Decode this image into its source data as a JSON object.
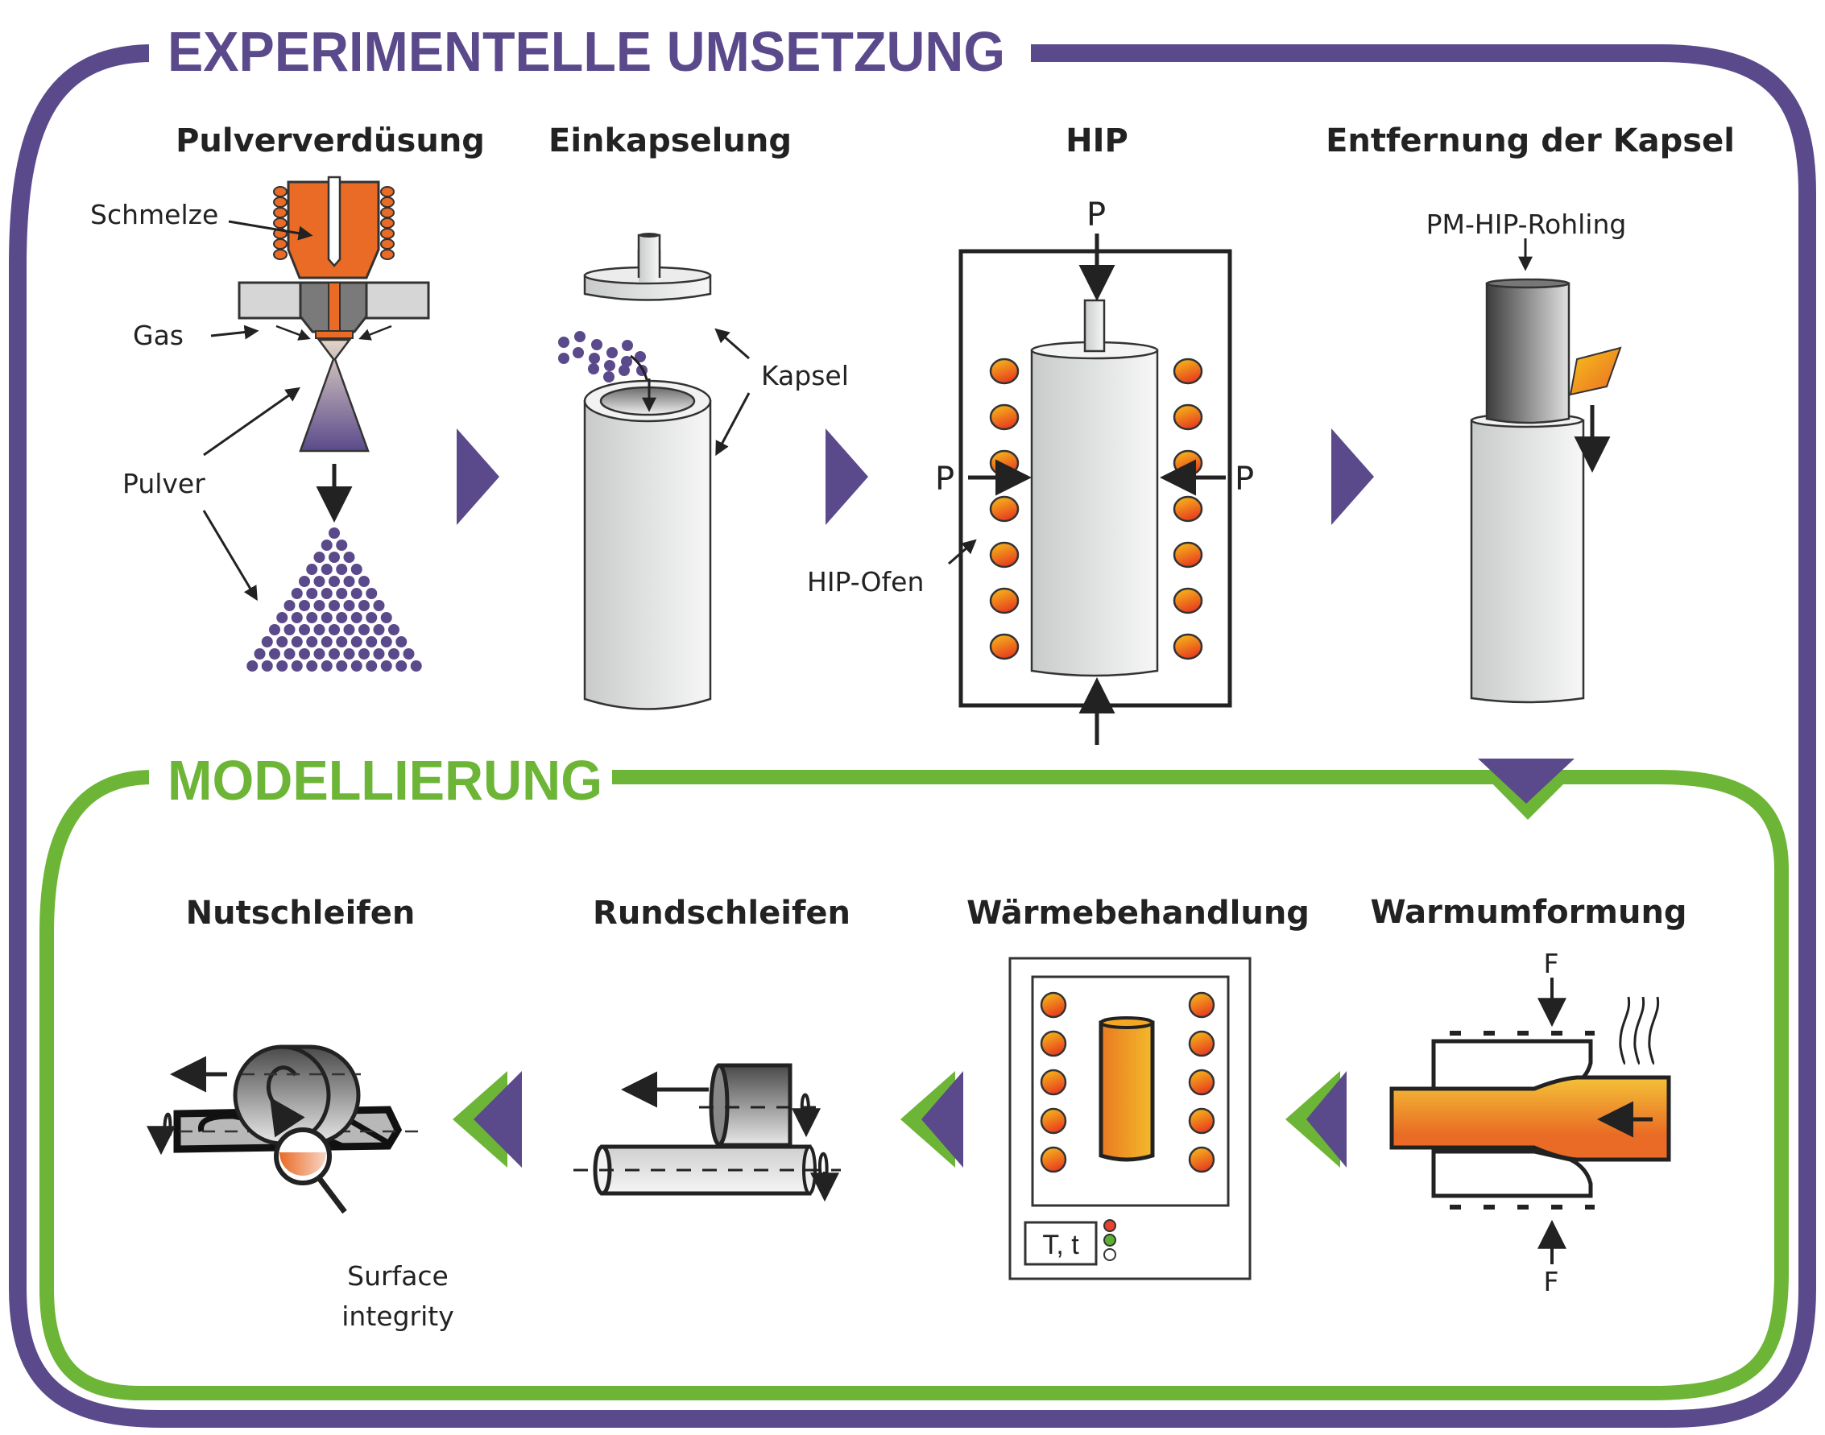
{
  "colors": {
    "purple": "#5b4a8b",
    "green": "#6db536",
    "orange": "#e96b25",
    "ink": "#222222",
    "metal_light": "#e6e6e6",
    "metal_dark": "#4a4a4a"
  },
  "sections": {
    "experimental": {
      "title": "EXPERIMENTELLE UMSETZUNG",
      "steps": [
        {
          "title": "Pulververdüsung",
          "labels": {
            "melt": "Schmelze",
            "gas": "Gas",
            "powder": "Pulver"
          }
        },
        {
          "title": "Einkapselung",
          "labels": {
            "capsule": "Kapsel"
          }
        },
        {
          "title": "HIP",
          "labels": {
            "pressure_top": "P",
            "pressure_left": "P",
            "pressure_right": "P",
            "furnace": "HIP-Ofen"
          }
        },
        {
          "title": "Entfernung der Kapsel",
          "labels": {
            "blank": "PM-HIP-Rohling"
          }
        }
      ]
    },
    "modeling": {
      "title": "MODELLIERUNG",
      "steps": [
        {
          "title": "Nutschleifen",
          "labels": {
            "surface": "Surface",
            "integrity": "integrity"
          }
        },
        {
          "title": "Rundschleifen",
          "labels": {}
        },
        {
          "title": "Wärmebehandlung",
          "labels": {
            "control": "T, t"
          }
        },
        {
          "title": "Warmumformung",
          "labels": {
            "force_top": "F",
            "force_bottom": "F"
          }
        }
      ]
    }
  },
  "icons": {
    "flow_right": "purple-triangle-right",
    "flow_down": "purple-triangle-down",
    "flow_left": "green-purple-double-chevron-left",
    "heater": "orange-heating-element",
    "indicator_lights": [
      "red",
      "green",
      "white"
    ]
  }
}
